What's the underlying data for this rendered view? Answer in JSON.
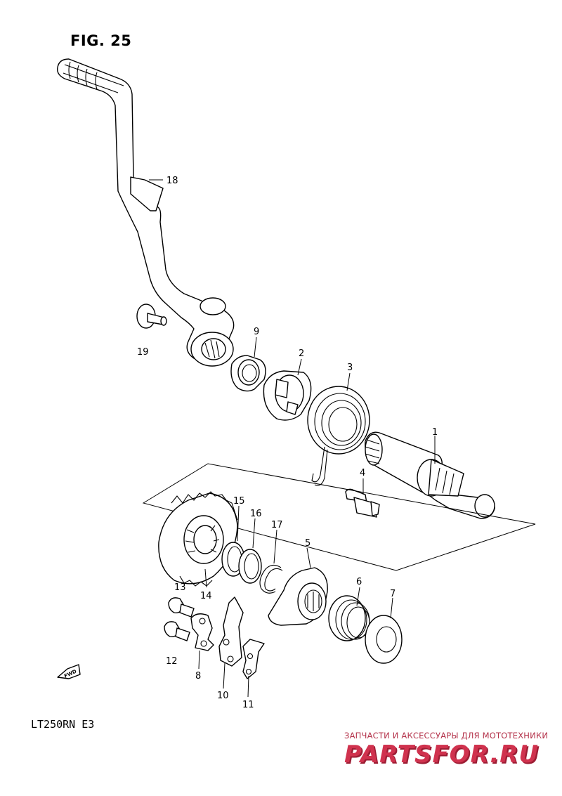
{
  "figure": {
    "title": "FIG. 25",
    "model": "LT250RN  E3"
  },
  "callouts": [
    "1",
    "2",
    "3",
    "4",
    "5",
    "6",
    "7",
    "8",
    "9",
    "10",
    "11",
    "12",
    "13",
    "14",
    "15",
    "16",
    "17",
    "18",
    "19"
  ],
  "direction_label": "FWD",
  "watermark": {
    "subtitle": "ЗАПЧАСТИ И АКСЕССУАРЫ ДЛЯ МОТОТЕХНИКИ",
    "logo": "PARTSFOR.RU",
    "color": "#d0324e"
  }
}
